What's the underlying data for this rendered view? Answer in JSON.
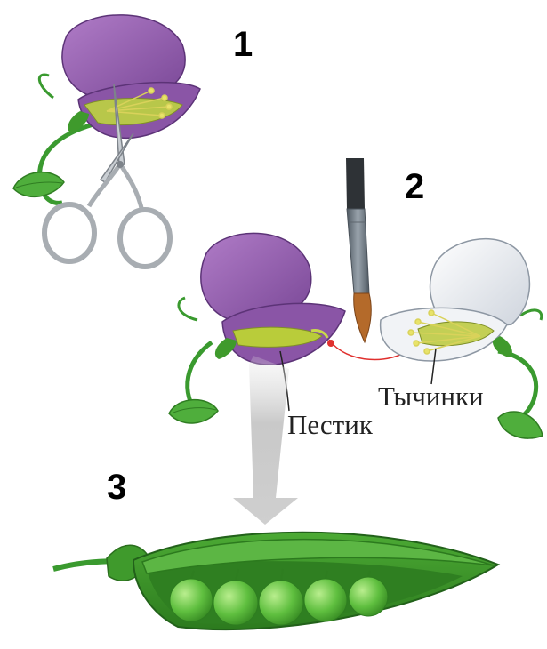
{
  "steps": {
    "step1": "1",
    "step2": "2",
    "step3": "3"
  },
  "labels": {
    "pistil": "Пестик",
    "stamens": "Тычинки"
  },
  "colors": {
    "petal_purple": "#9b63b5",
    "petal_purple_dark": "#6f3f8c",
    "petal_white": "#eef0f4",
    "stem_green": "#3a9a2f",
    "leaf_green": "#4fae3c",
    "pistil_yellow_green": "#b9cc3a",
    "pod_green": "#3f9a2c",
    "pea_green": "#6cc94a",
    "scissors_gray": "#a8adb2",
    "brush_handle": "#6d7780",
    "brush_tip": "#b46a2a",
    "pollen_line": "#e0302e",
    "arrow_gray": "#cfcfcf"
  },
  "icons": [
    "scissors-icon",
    "paintbrush-icon",
    "flower-icon",
    "pea-pod-icon",
    "arrow-down-icon"
  ]
}
